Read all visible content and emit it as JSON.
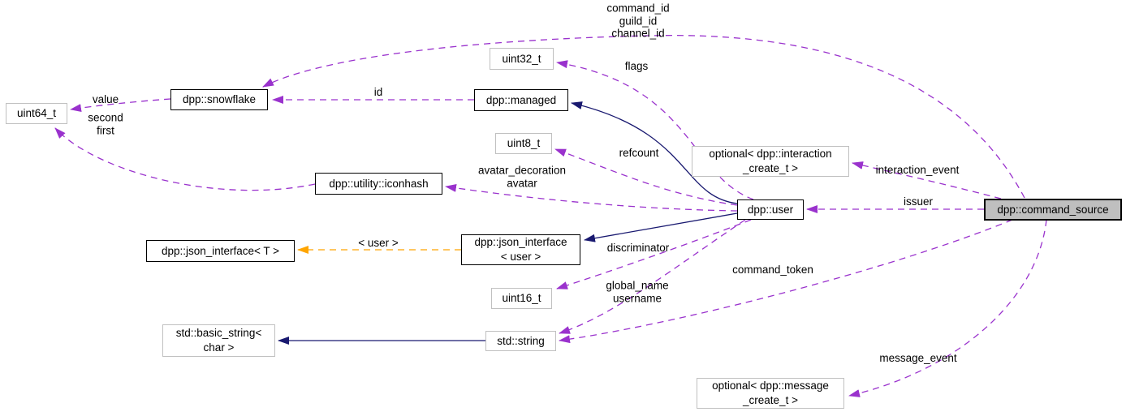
{
  "diagram_type": "collaboration-graph",
  "colors": {
    "usage_edge": "#9a32cd",
    "inheritance_edge": "#191970",
    "template_edge": "#ffa500",
    "selected_node_fill": "#bfbfbf",
    "node_border_documented": "#000000",
    "node_border_undocumented": "#c0c0c0"
  },
  "nodes": {
    "uint64": {
      "label": "uint64_t",
      "documented": false
    },
    "snowflake": {
      "label": "dpp::snowflake",
      "documented": true
    },
    "managed": {
      "label": "dpp::managed",
      "documented": true
    },
    "uint32": {
      "label": "uint32_t",
      "documented": false
    },
    "uint8": {
      "label": "uint8_t",
      "documented": false
    },
    "iconhash": {
      "label": "dpp::utility::iconhash",
      "documented": true
    },
    "optional_interaction": {
      "label": "optional< dpp::interaction\n_create_t >",
      "documented": false
    },
    "user": {
      "label": "dpp::user",
      "documented": true
    },
    "command_source": {
      "label": "dpp::command_source",
      "documented": true,
      "selected": true
    },
    "json_interface_t": {
      "label": "dpp::json_interface< T >",
      "documented": true
    },
    "json_interface_user": {
      "label": "dpp::json_interface\n< user >",
      "documented": true
    },
    "uint16": {
      "label": "uint16_t",
      "documented": false
    },
    "basic_string": {
      "label": "std::basic_string<\nchar >",
      "documented": false
    },
    "std_string": {
      "label": "std::string",
      "documented": false
    },
    "optional_message": {
      "label": "optional< dpp::message\n_create_t >",
      "documented": false
    }
  },
  "edges": [
    {
      "from": "dpp::managed",
      "to": "dpp::snowflake",
      "label": "id",
      "type": "usage"
    },
    {
      "from": "dpp::snowflake",
      "to": "uint64_t",
      "label": "value",
      "type": "usage"
    },
    {
      "from": "dpp::utility::iconhash",
      "to": "uint64_t",
      "label": "second\nfirst",
      "type": "usage"
    },
    {
      "from": "dpp::command_source",
      "to": "dpp::snowflake",
      "label": "command_id\nguild_id\nchannel_id",
      "type": "usage"
    },
    {
      "from": "dpp::user",
      "to": "uint32_t",
      "label": "flags",
      "type": "usage"
    },
    {
      "from": "dpp::user",
      "to": "uint8_t",
      "label": "refcount",
      "type": "usage"
    },
    {
      "from": "dpp::user",
      "to": "dpp::utility::iconhash",
      "label": "avatar_decoration\navatar",
      "type": "usage"
    },
    {
      "from": "dpp::user",
      "to": "uint16_t",
      "label": "discriminator",
      "type": "usage"
    },
    {
      "from": "dpp::user",
      "to": "std::string",
      "label": "global_name\nusername",
      "type": "usage"
    },
    {
      "from": "dpp::command_source",
      "to": "std::string",
      "label": "command_token",
      "type": "usage"
    },
    {
      "from": "dpp::command_source",
      "to": "dpp::user",
      "label": "issuer",
      "type": "usage"
    },
    {
      "from": "dpp::command_source",
      "to": "optional< dpp::interaction_create_t >",
      "label": "interaction_event",
      "type": "usage"
    },
    {
      "from": "dpp::command_source",
      "to": "optional< dpp::message_create_t >",
      "label": "message_event",
      "type": "usage"
    },
    {
      "from": "dpp::json_interface< user >",
      "to": "dpp::json_interface< T >",
      "label": "< user >",
      "type": "template-instance"
    },
    {
      "from": "dpp::user",
      "to": "dpp::managed",
      "label": "",
      "type": "inheritance"
    },
    {
      "from": "dpp::user",
      "to": "dpp::json_interface< user >",
      "label": "",
      "type": "inheritance"
    },
    {
      "from": "std::string",
      "to": "std::basic_string< char >",
      "label": "",
      "type": "inheritance"
    }
  ]
}
